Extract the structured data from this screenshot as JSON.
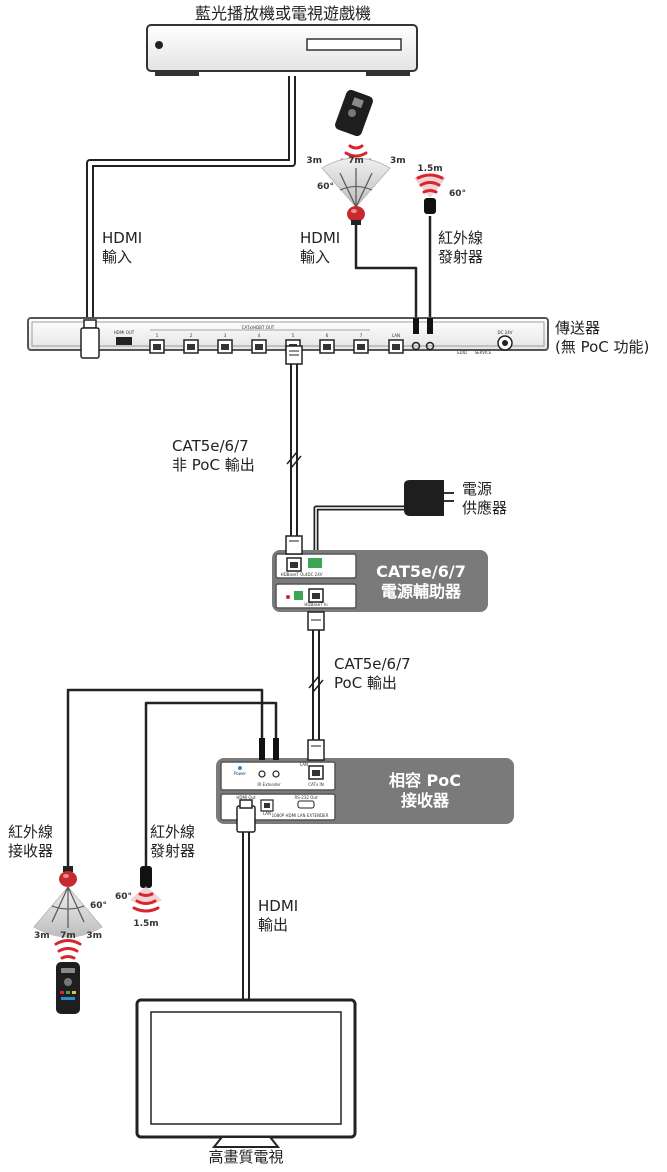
{
  "labels": {
    "source": "藍光播放機或電視遊戲機",
    "hdmi_input_left_1": "HDMI",
    "hdmi_input_left_2": "輸入",
    "hdmi_input_mid_1": "HDMI",
    "hdmi_input_mid_2": "輸入",
    "ir_tx_top_1": "紅外線",
    "ir_tx_top_2": "發射器",
    "transmitter_1": "傳送器",
    "transmitter_2": "(無 PoC 功能)",
    "cat_nonpoc_1": "CAT5e/6/7",
    "cat_nonpoc_2": "非 PoC 輸出",
    "psu_1": "電源",
    "psu_2": "供應器",
    "assist_1": "CAT5e/6/7",
    "assist_2": "電源輔助器",
    "cat_poc_1": "CAT5e/6/7",
    "cat_poc_2": "PoC 輸出",
    "receiver_1": "相容 PoC",
    "receiver_2": "接收器",
    "ir_rx_bottom_1": "紅外線",
    "ir_rx_bottom_2": "接收器",
    "ir_tx_bottom_1": "紅外線",
    "ir_tx_bottom_2": "發射器",
    "hdmi_output_1": "HDMI",
    "hdmi_output_2": "輸出",
    "tv": "高畫質電視"
  },
  "ir_ranges": {
    "rx_top": {
      "left": "3m",
      "center": "7m",
      "right": "3m",
      "angle": "60°"
    },
    "tx_top": {
      "distance": "1.5m",
      "angle": "60°"
    },
    "rx_bottom": {
      "left": "3m",
      "center": "7m",
      "right": "3m",
      "angle": "60°"
    },
    "tx_bottom": {
      "distance": "1.5m",
      "angle": "60°"
    }
  },
  "device_text": {
    "tx_hdmi_out": "HDMI OUT",
    "tx_cat_out": "CATx/HDBT OUT",
    "tx_ports": [
      "1",
      "2",
      "3",
      "4",
      "5",
      "6",
      "7"
    ],
    "tx_lan": "LAN",
    "tx_edid": "EDID",
    "tx_service": "SERVICE",
    "tx_dc": "DC 24V",
    "assist_hdbt_out": "HDBaseT Out",
    "assist_dc": "DC 24V",
    "assist_hdbt_in": "HDBaseT In",
    "rx_lan": "LAN",
    "rx_catx_in": "CATx IN",
    "rx_ir_extender": "IR Extender",
    "rx_power": "Power",
    "rx_hdmi_out": "HDMI Out",
    "rx_rs232": "RS-232 Out",
    "rx_lan2": "LAN",
    "rx_model": "1080P HDMI LAN EXTENDER"
  },
  "colors": {
    "panel": "#7a7a7a",
    "device_border": "#555555",
    "cable": "#222222",
    "ir_red": "#d8262e",
    "ir_red_dark": "#7a1418",
    "green_terminal": "#3aa655"
  }
}
